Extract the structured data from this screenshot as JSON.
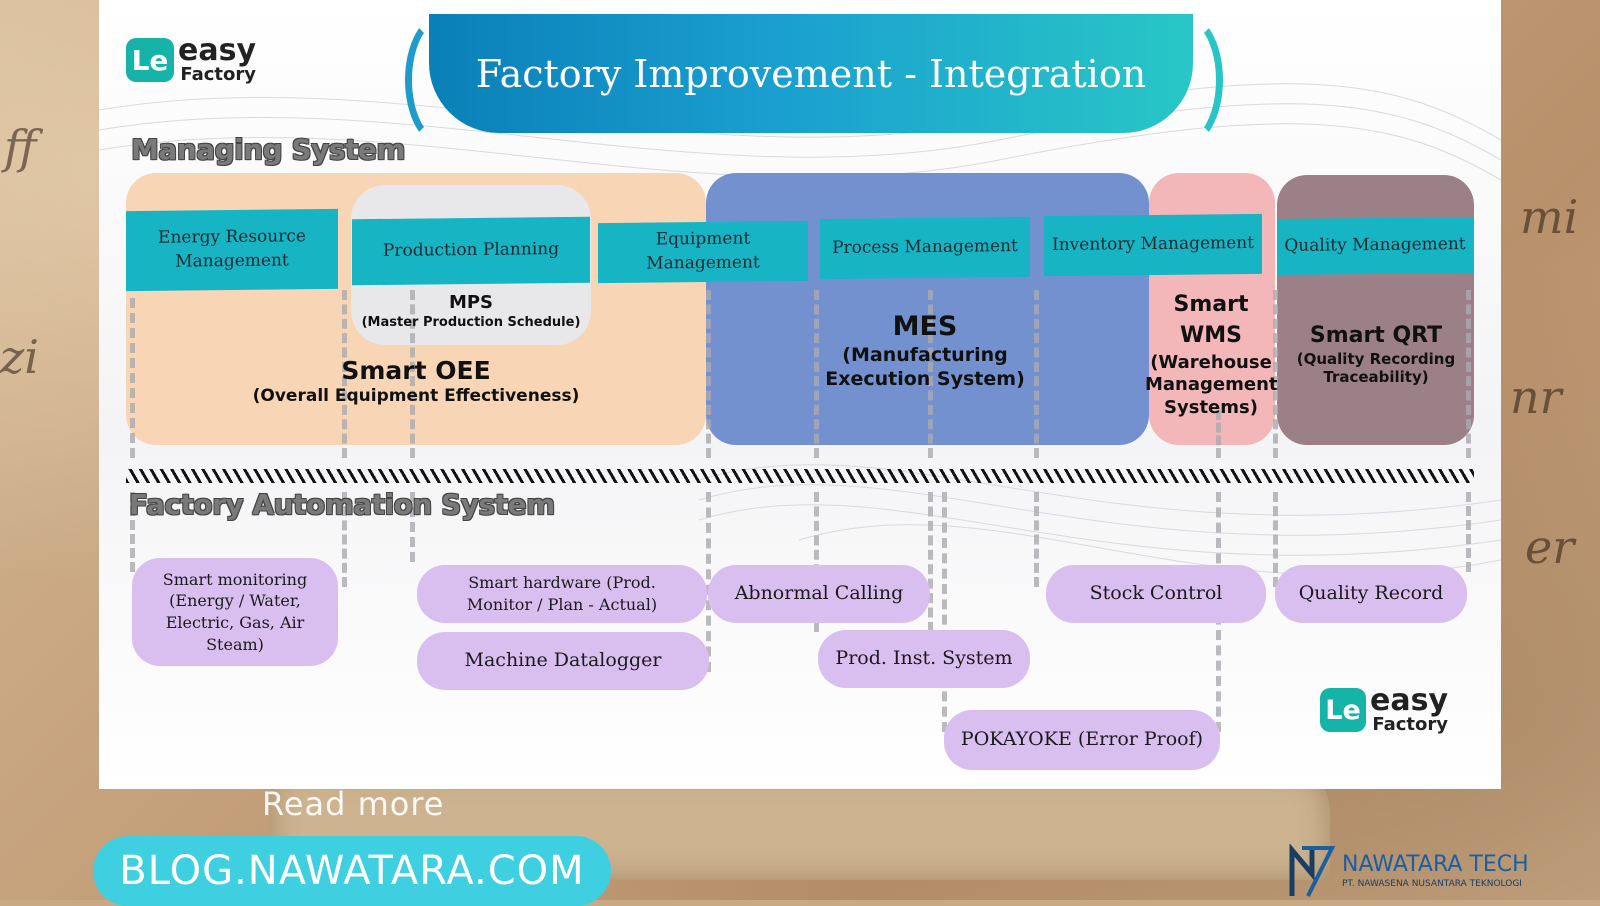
{
  "header": {
    "title": "Factory Improvement - Integration",
    "logo_mark": "Le",
    "logo_word": "easy",
    "logo_sub": "Factory"
  },
  "sections": {
    "managing": "Managing System",
    "automation": "Factory Automation  System"
  },
  "management_bands": [
    "Energy Resource Management",
    "Production Planning",
    "Equipment Management",
    "Process Management",
    "Inventory Management",
    "Quality Management"
  ],
  "systems": {
    "mps": {
      "name": "MPS",
      "full": "(Master Production Schedule)"
    },
    "oee": {
      "name": "Smart OEE",
      "full": "(Overall Equipment Effectiveness)"
    },
    "mes": {
      "name": "MES",
      "full": "(Manufacturing Execution System)"
    },
    "wms": {
      "name": "Smart WMS",
      "full": "(Warehouse Management Systems)"
    },
    "qrt": {
      "name": "Smart QRT",
      "full": "(Quality Recording Traceability)"
    }
  },
  "automation_items": [
    "Smart monitoring (Energy / Water, Electric, Gas, Air Steam)",
    "Smart hardware (Prod. Monitor / Plan - Actual)",
    "Machine Datalogger",
    "Abnormal Calling",
    "Prod. Inst. System",
    "Stock Control",
    "POKAYOKE (Error Proof)",
    "Quality Record"
  ],
  "footer": {
    "read_more": "Read more",
    "blog": "BLOG.NAWATARA.COM",
    "company": "NAWATARA TECH",
    "company_sub": "PT. NAWASENA NUSANTARA TEKNOLOGI"
  },
  "colors": {
    "oee": "#f8d6b5",
    "mes": "#7390cf",
    "wms": "#f3b7b9",
    "qrt": "#9b8087",
    "band": "#17b4c4",
    "pill": "#d9bff0"
  }
}
